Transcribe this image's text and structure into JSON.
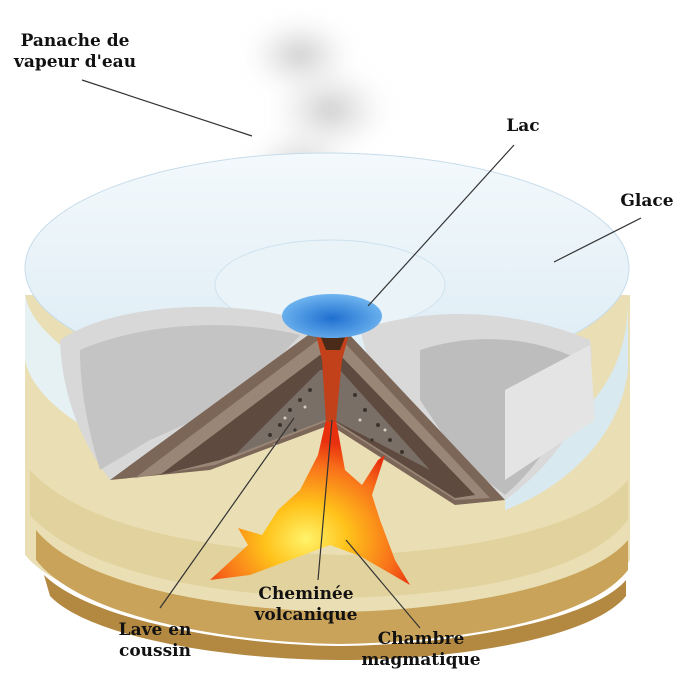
{
  "labels": {
    "plume_l1": "Panache de",
    "plume_l2": "vapeur d'eau",
    "lake": "Lac",
    "ice": "Glace",
    "pillow_l1": "Lave en",
    "pillow_l2": "coussin",
    "conduit_l1": "Cheminée",
    "conduit_l2": "volcanique",
    "chamber_l1": "Chambre",
    "chamber_l2": "magmatique"
  },
  "colors": {
    "ice": "#dcebf4",
    "lake": "#3f8fdc",
    "magma_hot": "#ffe14a",
    "magma_cool": "#ee3a12",
    "sediment": "#e8dcb0",
    "sediment_dark": "#c9a35a",
    "rock": "#6e5a4e"
  }
}
